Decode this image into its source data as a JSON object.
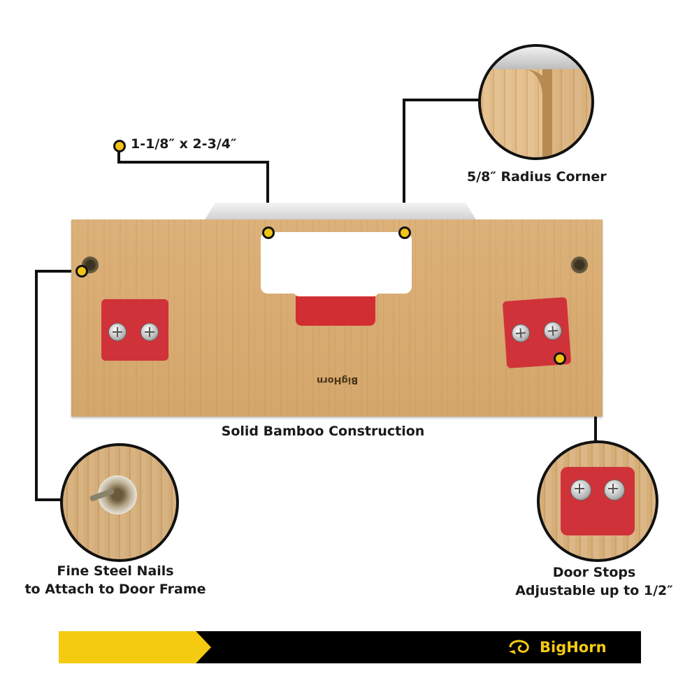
{
  "labels": {
    "opening_size": "1-1/8″ x 2-3/4″",
    "radius_corner": "5/8″ Radius Corner",
    "construction": "Solid Bamboo Construction",
    "nails_line1": "Fine Steel Nails",
    "nails_line2": "to Attach to Door Frame",
    "stops_line1": "Door Stops",
    "stops_line2": "Adjustable up to 1/2″"
  },
  "board_logo": "BigHorn",
  "brand": {
    "name": "BigHorn",
    "accent_color": "#f5cb12",
    "bar_color": "#000000"
  },
  "icons": [
    "bighorn-logo-icon"
  ]
}
